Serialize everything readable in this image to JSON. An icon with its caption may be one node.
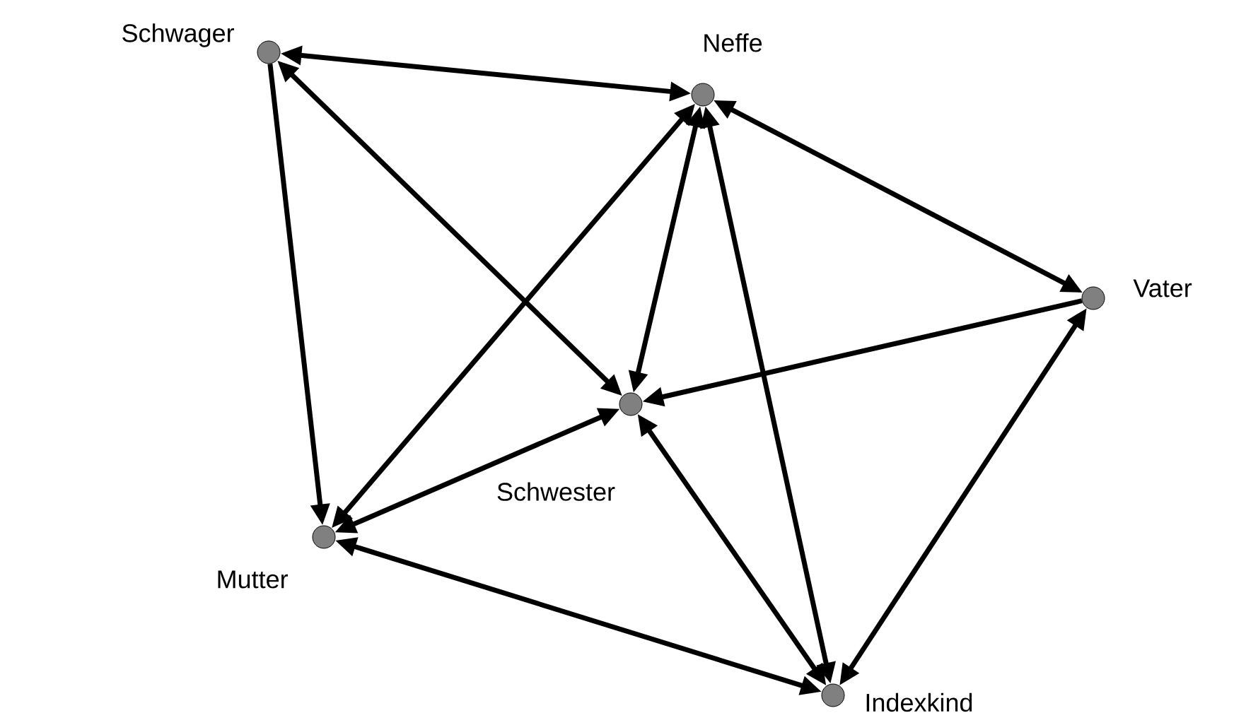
{
  "diagram": {
    "nodes": [
      {
        "text": [
          "Schwager"
        ]
      },
      {
        "text": [
          "Neffe"
        ]
      },
      {
        "text": [
          "Vater"
        ]
      },
      {
        "text": [
          "Schwester"
        ]
      },
      {
        "text": [
          "Mutter"
        ]
      },
      {
        "text": [
          "Indexkind"
        ]
      }
    ],
    "edges": [
      {
        "from": 0,
        "to": 1,
        "arrow": "both"
      },
      {
        "from": 0,
        "to": 4,
        "arrow": "to"
      },
      {
        "from": 0,
        "to": 3,
        "arrow": "both"
      },
      {
        "from": 1,
        "to": 2,
        "arrow": "both"
      },
      {
        "from": 1,
        "to": 3,
        "arrow": "both"
      },
      {
        "from": 1,
        "to": 4,
        "arrow": "both"
      },
      {
        "from": 1,
        "to": 5,
        "arrow": "both"
      },
      {
        "from": 2,
        "to": 3,
        "arrow": "to"
      },
      {
        "from": 2,
        "to": 5,
        "arrow": "both"
      },
      {
        "from": 3,
        "to": 4,
        "arrow": "both"
      },
      {
        "from": 3,
        "to": 5,
        "arrow": "both"
      },
      {
        "from": 4,
        "to": 5,
        "arrow": "both"
      }
    ]
  }
}
